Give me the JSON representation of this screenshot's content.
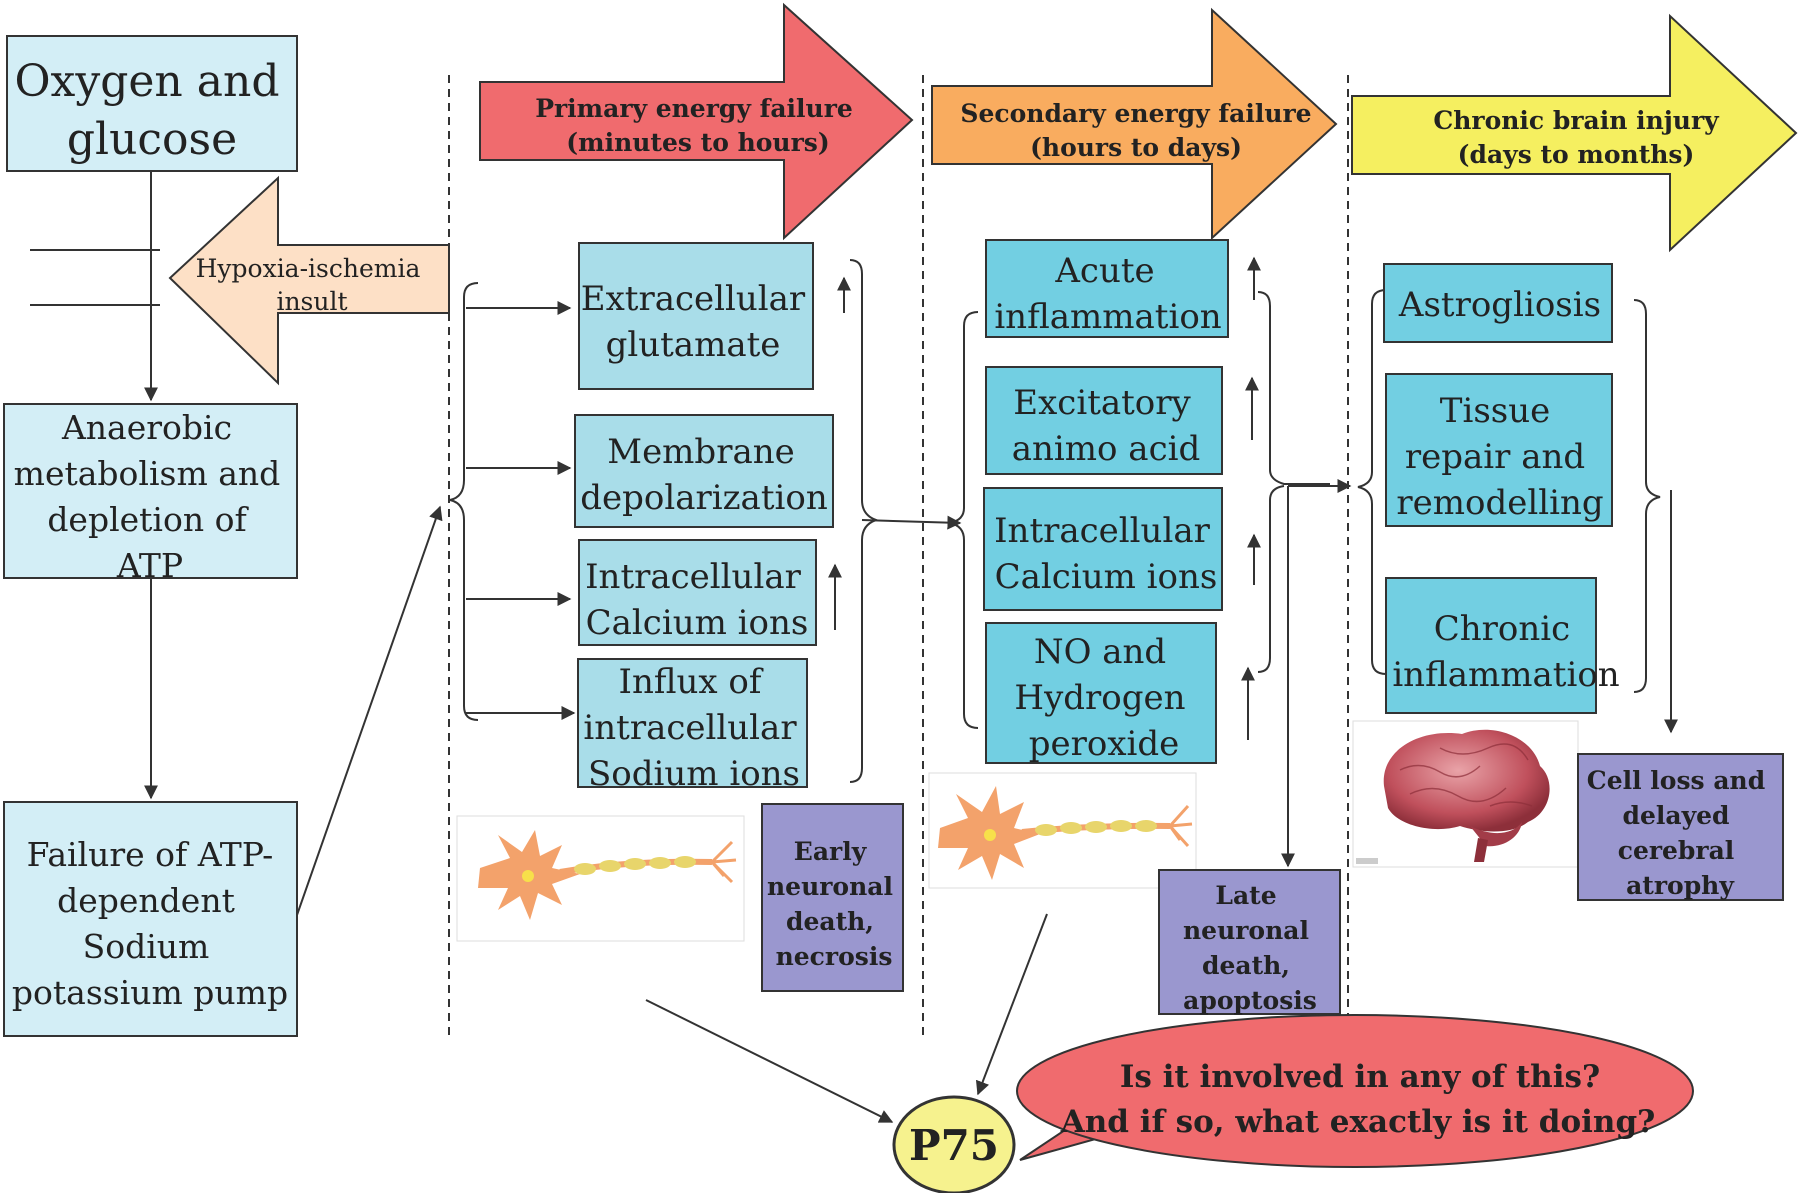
{
  "colors": {
    "light_blue": "#d3eef6",
    "teal": "#a9dde9",
    "teal_dark": "#72cfe2",
    "purple": "#9a97cf",
    "red": "#f06b6e",
    "orange": "#f9ac5f",
    "yellow": "#f5ef60",
    "peach": "#fde0c6",
    "p75_fill": "#f6f28e",
    "neuron": "#f3a26b"
  },
  "left": {
    "oxygen": [
      "Oxygen and",
      "glucose"
    ],
    "insult": [
      "Hypoxia-ischemia",
      "insult"
    ],
    "anaerobic": [
      "Anaerobic",
      "metabolism and",
      "depletion of",
      "ATP"
    ],
    "pump": [
      "Failure of ATP-",
      "dependent",
      "Sodium",
      "potassium pump"
    ]
  },
  "phases": [
    {
      "lines": [
        "Primary energy failure",
        "(minutes to hours)"
      ],
      "color": "red"
    },
    {
      "lines": [
        "Secondary energy failure",
        "(hours to days)"
      ],
      "color": "orange"
    },
    {
      "lines": [
        "Chronic brain injury",
        "(days to months)"
      ],
      "color": "yellow"
    }
  ],
  "primary": {
    "items": [
      [
        "Extracellular",
        "glutamate"
      ],
      [
        "Membrane",
        "depolarization"
      ],
      [
        "Intracellular",
        "Calcium ions"
      ],
      [
        "Influx of",
        "intracellular",
        "Sodium ions"
      ]
    ],
    "outcome": [
      "Early",
      "neuronal",
      "death,",
      "necrosis"
    ]
  },
  "secondary": {
    "items": [
      [
        "Acute",
        "inflammation"
      ],
      [
        "Excitatory",
        "animo acid"
      ],
      [
        "Intracellular",
        "Calcium ions"
      ],
      [
        "NO and",
        "Hydrogen",
        "peroxide"
      ]
    ],
    "outcome": [
      "Late",
      "neuronal",
      "death,",
      "apoptosis"
    ]
  },
  "chronic": {
    "items": [
      [
        "Astrogliosis"
      ],
      [
        "Tissue",
        "repair and",
        "remodelling"
      ],
      [
        "Chronic",
        "inflammation"
      ]
    ],
    "outcome": [
      "Cell loss and",
      "delayed",
      "cerebral",
      "atrophy"
    ]
  },
  "p75": {
    "label": "P75",
    "question": [
      "Is it involved in any of this?",
      "And if so, what exactly is it doing?"
    ]
  }
}
